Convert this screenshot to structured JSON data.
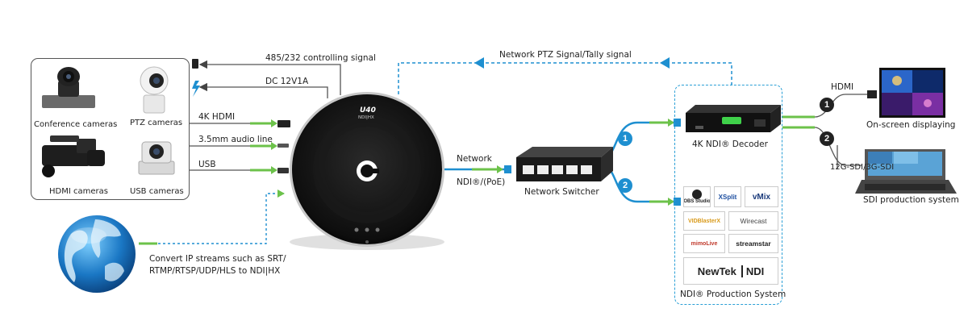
{
  "cameras": {
    "conference": "Conference cameras",
    "ptz": "PTZ cameras",
    "hdmi": "HDMI cameras",
    "usb": "USB cameras"
  },
  "connections": {
    "control": "485/232 controlling signal",
    "power": "DC 12V1A",
    "hdmi": "4K HDMI",
    "audio": "3.5mm audio line",
    "usb": "USB",
    "ptz_tally": "Network PTZ Signal/Tally signal",
    "network": "Network",
    "poe": "NDI®/(PoE)",
    "hdmi_out": "HDMI",
    "sdi": "12G-SDI/3G-SDI"
  },
  "device": {
    "brand_mark": "U40",
    "model_tag": "NDI|HX",
    "logo_letter": "c"
  },
  "devices": {
    "switcher": "Network Switcher",
    "decoder": "4K NDI® Decoder",
    "display": "On-screen displaying",
    "sdi_system": "SDI production system",
    "ndi_system": "NDI® Production System"
  },
  "stream_note": {
    "line1": "Convert IP streams such as SRT/",
    "line2": "RTMP/RTSP/UDP/HLS to NDI|HX"
  },
  "badges": {
    "one": "1",
    "two": "2"
  },
  "software": {
    "obs": "OBS Studio",
    "xsplit": "XSplit",
    "vmix": "vMix",
    "vidblaster": "VIDBlasterX",
    "wirecast": "Wirecast",
    "mimolive": "mimoLive",
    "streamstar": "streamstar",
    "newtek": "NewTek",
    "ndi": "NDI"
  },
  "colors": {
    "link_blue": "#1e8fd0",
    "arrow_green": "#6cc24a",
    "line_gray": "#555555"
  }
}
